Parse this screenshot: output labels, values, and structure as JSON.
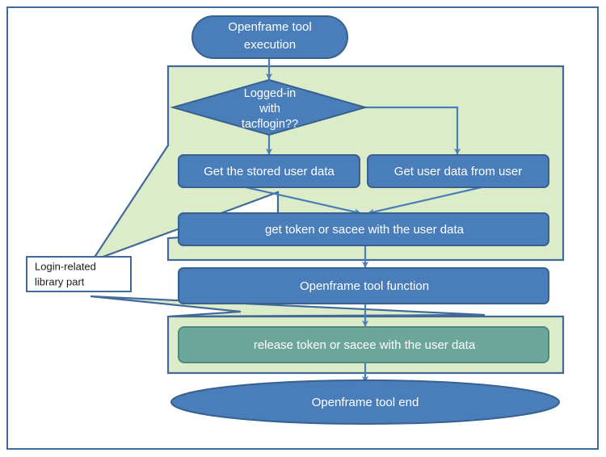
{
  "figure": {
    "type": "flowchart",
    "title": "Openframe tool execution flow",
    "colors": {
      "frame_border": "#41699c",
      "node_fill": "#4a7ebb",
      "node_stroke": "#37618e",
      "node_text": "#ffffff",
      "group_fill": "#dcecc8",
      "group_stroke": "#41699c",
      "release_fill": "#6da79c",
      "release_stroke": "#4c8a80",
      "release_text": "#dfeedd",
      "connector": "#4a7ebb",
      "callout_fill": "#ffffff",
      "callout_stroke": "#41699c",
      "callout_text": "#1a1a1a",
      "page_bg": "#ffffff"
    }
  },
  "nodes": {
    "start": {
      "id": "start",
      "shape": "terminator",
      "label": "Openframe tool execution",
      "label_lines": [
        "Openframe tool",
        "execution"
      ]
    },
    "decision": {
      "id": "decision",
      "shape": "diamond",
      "label": "Logged-in with tacflogin??",
      "label_lines": [
        "Logged-in",
        "with",
        "tacflogin??"
      ]
    },
    "stored_user_data": {
      "id": "stored_user_data",
      "shape": "process",
      "label": "Get the stored user data"
    },
    "user_data_from_user": {
      "id": "user_data_from_user",
      "shape": "process",
      "label": "Get user data from user"
    },
    "get_token": {
      "id": "get_token",
      "shape": "process",
      "label": "get token or sacee with the user data"
    },
    "tool_function": {
      "id": "tool_function",
      "shape": "process",
      "label": "Openframe tool function"
    },
    "release_token": {
      "id": "release_token",
      "shape": "process",
      "label": "release token or sacee with the user data"
    },
    "end": {
      "id": "end",
      "shape": "terminator",
      "label": "Openframe tool end"
    }
  },
  "groups": {
    "login_group_upper": {
      "id": "login_group_upper",
      "label": "",
      "contains": [
        "decision",
        "stored_user_data",
        "user_data_from_user",
        "get_token"
      ]
    },
    "login_group_lower": {
      "id": "login_group_lower",
      "label": "",
      "contains": [
        "release_token"
      ]
    }
  },
  "callout": {
    "id": "login_related_callout",
    "label": "Login-related library part",
    "label_lines": [
      "Login-related",
      "library part"
    ],
    "points_to": [
      "login_group_upper",
      "login_group_lower"
    ]
  },
  "edges": [
    {
      "from": "start",
      "to": "decision",
      "label": ""
    },
    {
      "from": "decision",
      "to": "stored_user_data",
      "label": ""
    },
    {
      "from": "decision",
      "to": "user_data_from_user",
      "label": ""
    },
    {
      "from": "stored_user_data",
      "to": "get_token",
      "label": ""
    },
    {
      "from": "user_data_from_user",
      "to": "get_token",
      "label": ""
    },
    {
      "from": "get_token",
      "to": "tool_function",
      "label": ""
    },
    {
      "from": "tool_function",
      "to": "release_token",
      "label": ""
    },
    {
      "from": "release_token",
      "to": "end",
      "label": ""
    }
  ]
}
